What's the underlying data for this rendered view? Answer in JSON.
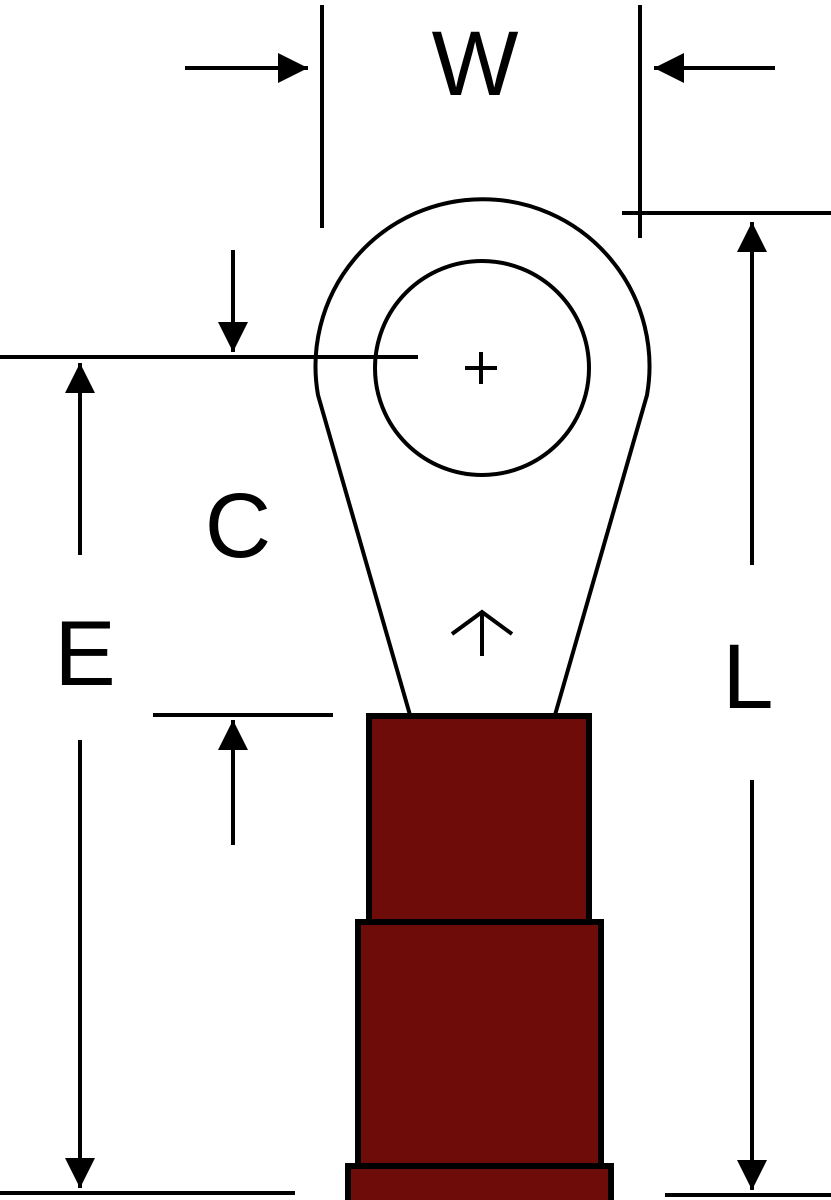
{
  "diagram": {
    "labels": {
      "width": "W",
      "length": "L",
      "e_dim": "E",
      "c_dim": "C"
    },
    "colors": {
      "insulation": "#6e0c0a",
      "line": "#000000",
      "background": "#ffffff"
    }
  }
}
